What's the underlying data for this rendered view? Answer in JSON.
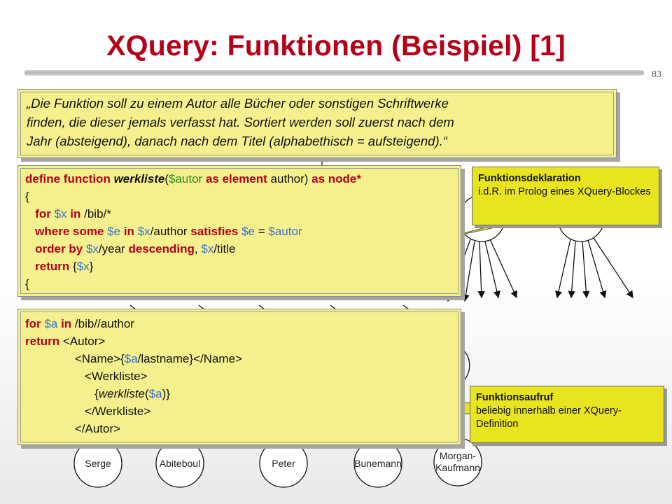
{
  "slide": {
    "title": "XQuery: Funktionen (Beispiel) [1]",
    "number": "83"
  },
  "quote": {
    "lines": [
      "„Die Funktion soll zu einem Autor alle Bücher oder sonstigen Schriftwerke",
      "finden, die dieser jemals verfasst hat. Sortiert werden soll zuerst nach dem",
      "Jahr (absteigend), danach nach dem Titel (alphabethisch = aufsteigend).“"
    ]
  },
  "code_define": {
    "l1": [
      "define function",
      " ",
      "werkliste",
      "(",
      "$autor",
      " ",
      "as element",
      " author) ",
      "as node*"
    ],
    "l2": "{",
    "l3": [
      "   ",
      "for",
      " ",
      "$x",
      " ",
      "in",
      " /bib/*"
    ],
    "l4": [
      "   ",
      "where some",
      " ",
      "$e",
      " ",
      "in",
      " ",
      "$x",
      "/author ",
      "satisfies",
      " ",
      "$e",
      " = ",
      "$autor"
    ],
    "l5": [
      "   ",
      "order by",
      " ",
      "$x",
      "/year ",
      "descending",
      ", ",
      "$x",
      "/title"
    ],
    "l6": [
      "   ",
      "return",
      " {",
      "$x",
      "}"
    ],
    "l7": "{"
  },
  "code_call": {
    "l1": [
      "for",
      " ",
      "$a",
      " ",
      "in",
      " /bib//author"
    ],
    "l2": [
      "return",
      " <Autor>"
    ],
    "l3": [
      "               <Name>{",
      "$a",
      "/lastname}</Name>"
    ],
    "l4": "                  <Werkliste>",
    "l5": [
      "                     {",
      "werkliste",
      "(",
      "$a",
      ")}"
    ],
    "l6": "                  </Werkliste>",
    "l7": "               </Autor>"
  },
  "callouts": {
    "declaration": {
      "title": "Funktionsdeklaration",
      "text": "i.d.R. im Prolog eines XQuery-Blockes"
    },
    "call": {
      "title": "Funktionsaufruf",
      "text": "beliebig innerhalb einer XQuery-Definition"
    }
  },
  "nodes": [
    "Serge",
    "Abiteboul",
    "Peter",
    "Bunemann",
    "Morgan-Kaufmann"
  ],
  "colors": {
    "title": "#b5001a",
    "keyword": "#b5001a",
    "variable": "#3a6ecb",
    "element": "#2f8a20",
    "note": "#f5f08e",
    "callout": "#e8e420"
  }
}
